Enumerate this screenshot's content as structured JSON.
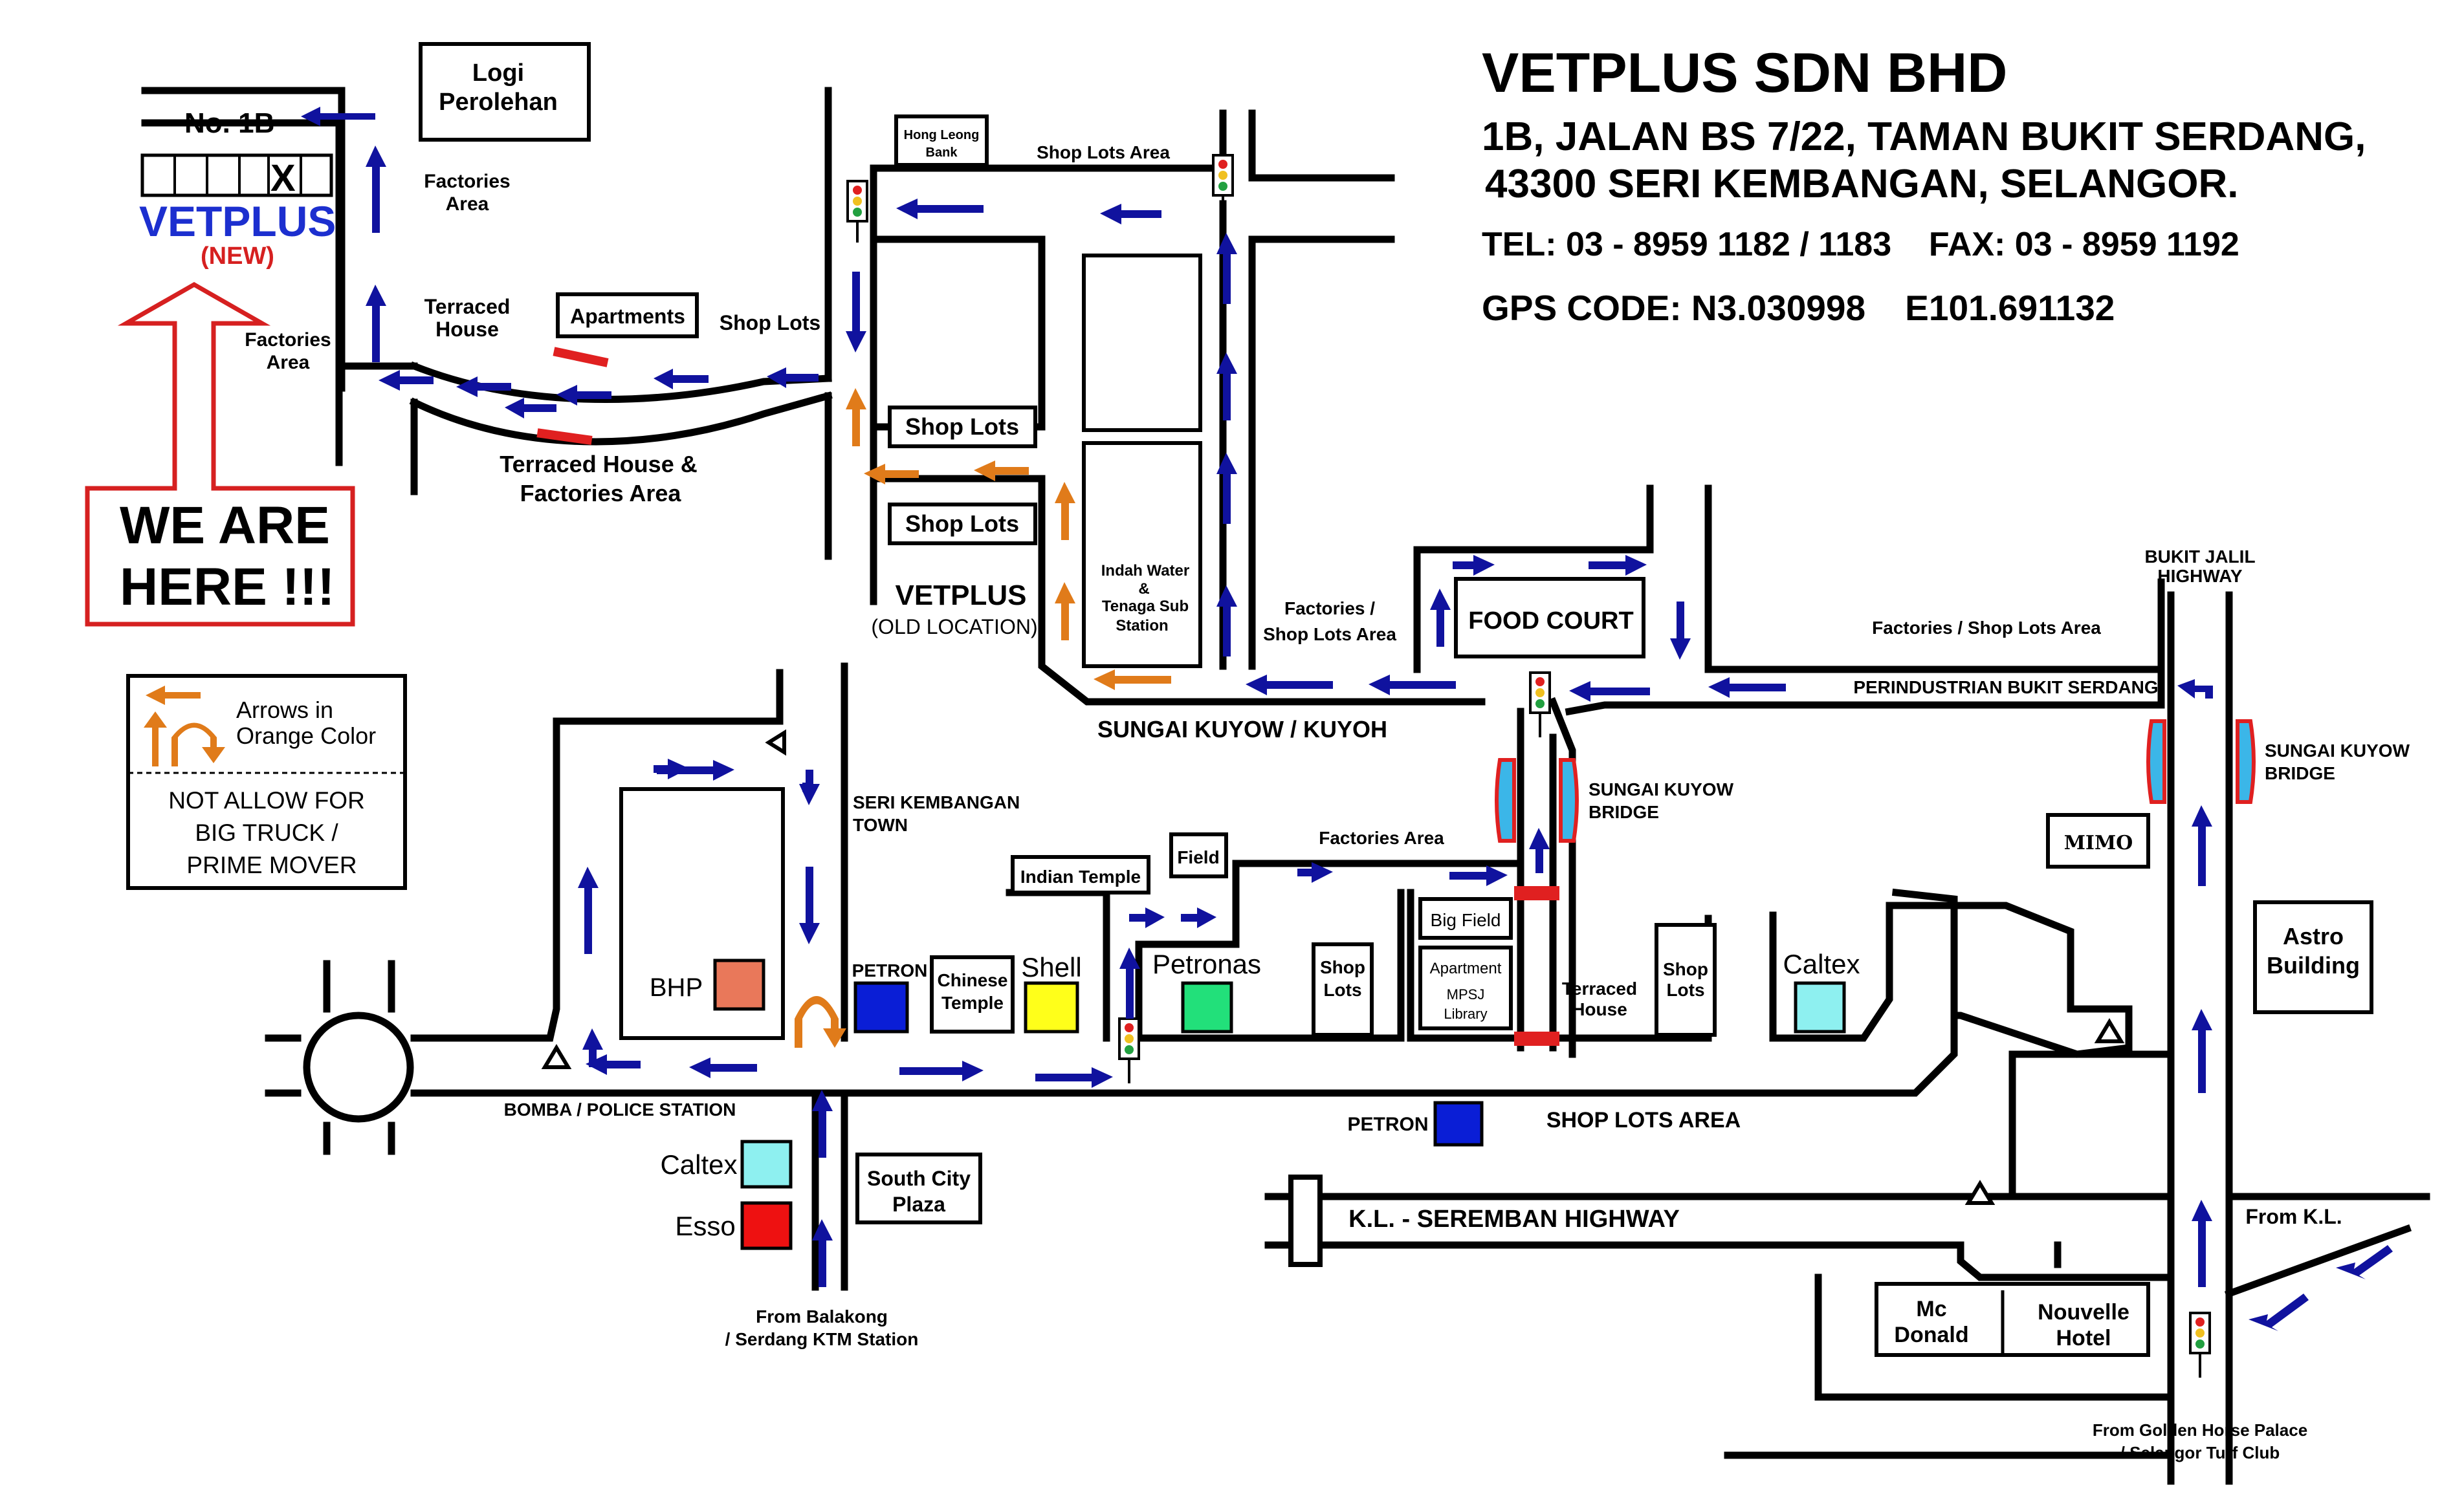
{
  "header": {
    "company": "VETPLUS SDN BHD",
    "address_1": "1B, JALAN BS 7/22, TAMAN BUKIT SERDANG,",
    "address_2": "43300 SERI KEMBANGAN, SELANGOR.",
    "tel_fax": "TEL: 03 - 8959 1182 / 1183    FAX: 03 - 8959 1192",
    "gps": "GPS CODE: N3.030998    E101.691132"
  },
  "new_location": {
    "unit": "No. 1B",
    "unit_mark": "X",
    "brand": "VETPLUS",
    "tag": "(NEW)",
    "callout_1": "WE ARE",
    "callout_2": "HERE !!!"
  },
  "legend": {
    "line_1": "Arrows in",
    "line_2": "Orange Color",
    "note_1": "NOT ALLOW FOR",
    "note_2": "BIG TRUCK /",
    "note_3": "PRIME MOVER"
  },
  "labels": {
    "logi_1": "Logi",
    "logi_2": "Perolehan",
    "factories_area_1a": "Factories",
    "factories_area_1b": "Area",
    "factories_area_2a": "Factories",
    "factories_area_2b": "Area",
    "terraced_house_1": "Terraced",
    "terraced_house_2": "House",
    "apartments": "Apartments",
    "shop_lots_top": "Shop Lots",
    "terraced_factories_1": "Terraced House &",
    "terraced_factories_2": "Factories Area",
    "hong_leong_1": "Hong Leong",
    "hong_leong_2": "Bank",
    "shop_lots_area_top": "Shop Lots Area",
    "shop_lots_box_1": "Shop Lots",
    "shop_lots_box_2": "Shop Lots",
    "vetplus_old": "VETPLUS",
    "old_location": "(OLD LOCATION)",
    "indah_1": "Indah Water",
    "indah_2": "&",
    "indah_3": "Tenaga Sub",
    "indah_4": "Station",
    "factories_shoplots_1": "Factories /",
    "factories_shoplots_2": "Shop Lots Area",
    "food_court": "FOOD COURT",
    "bukit_jalil_1": "BUKIT JALIL",
    "bukit_jalil_2": "HIGHWAY",
    "factories_shoplots_right": "Factories / Shop Lots Area",
    "perindustrian": "PERINDUSTRIAN BUKIT SERDANG",
    "sungai_kuyow": "SUNGAI KUYOW / KUYOH",
    "sk_bridge_1a": "SUNGAI KUYOW",
    "sk_bridge_1b": "BRIDGE",
    "sk_bridge_2a": "SUNGAI KUYOW",
    "sk_bridge_2b": "BRIDGE",
    "seri_kembangan_1": "SERI KEMBANGAN",
    "seri_kembangan_2": "TOWN",
    "field": "Field",
    "indian_temple": "Indian Temple",
    "factories_area_mid": "Factories Area",
    "big_field": "Big Field",
    "apartment": "Apartment",
    "mpsj_1": "MPSJ",
    "mpsj_2": "Library",
    "terraced_house_mid_1": "Terraced",
    "terraced_house_mid_2": "House",
    "shop_lots_mid_1": "Shop",
    "shop_lots_mid_2": "Lots",
    "shop_lots_right_1": "Shop",
    "shop_lots_right_2": "Lots",
    "mimo": "MIMO",
    "astro_1": "Astro",
    "astro_2": "Building",
    "caltex_right": "Caltex",
    "bhp": "BHP",
    "petron_left": "PETRON",
    "chinese_1": "Chinese",
    "chinese_2": "Temple",
    "shell": "Shell",
    "petronas": "Petronas",
    "bomba": "BOMBA / POLICE STATION",
    "caltex_left": "Caltex",
    "esso": "Esso",
    "south_city_1": "South City",
    "south_city_2": "Plaza",
    "from_balakong_1": "From Balakong",
    "from_balakong_2": "/ Serdang KTM Station",
    "petron_bottom": "PETRON",
    "shop_lots_area_bottom": "SHOP LOTS AREA",
    "kl_seremban": "K.L. - SEREMBAN HIGHWAY",
    "mcdonald_1": "Mc",
    "mcdonald_2": "Donald",
    "nouvelle_1": "Nouvelle",
    "nouvelle_2": "Hotel",
    "from_kl": "From K.L.",
    "from_golden_1": "From Golden Horse Palace",
    "from_golden_2": "/ Selangor Turf Club"
  },
  "colors": {
    "arrow_blue": "#10129e",
    "arrow_orange": "#e07b1a",
    "callout_red": "#d62020",
    "brand_blue": "#1c2fcf",
    "bhp": "#e9785a",
    "petron": "#0a1ed6",
    "shell": "#ffff1a",
    "petronas": "#22e07a",
    "caltex": "#8ef0f0",
    "esso": "#ee1111",
    "bridge_cyan": "#3bb6e8",
    "bridge_red": "#e02020"
  }
}
